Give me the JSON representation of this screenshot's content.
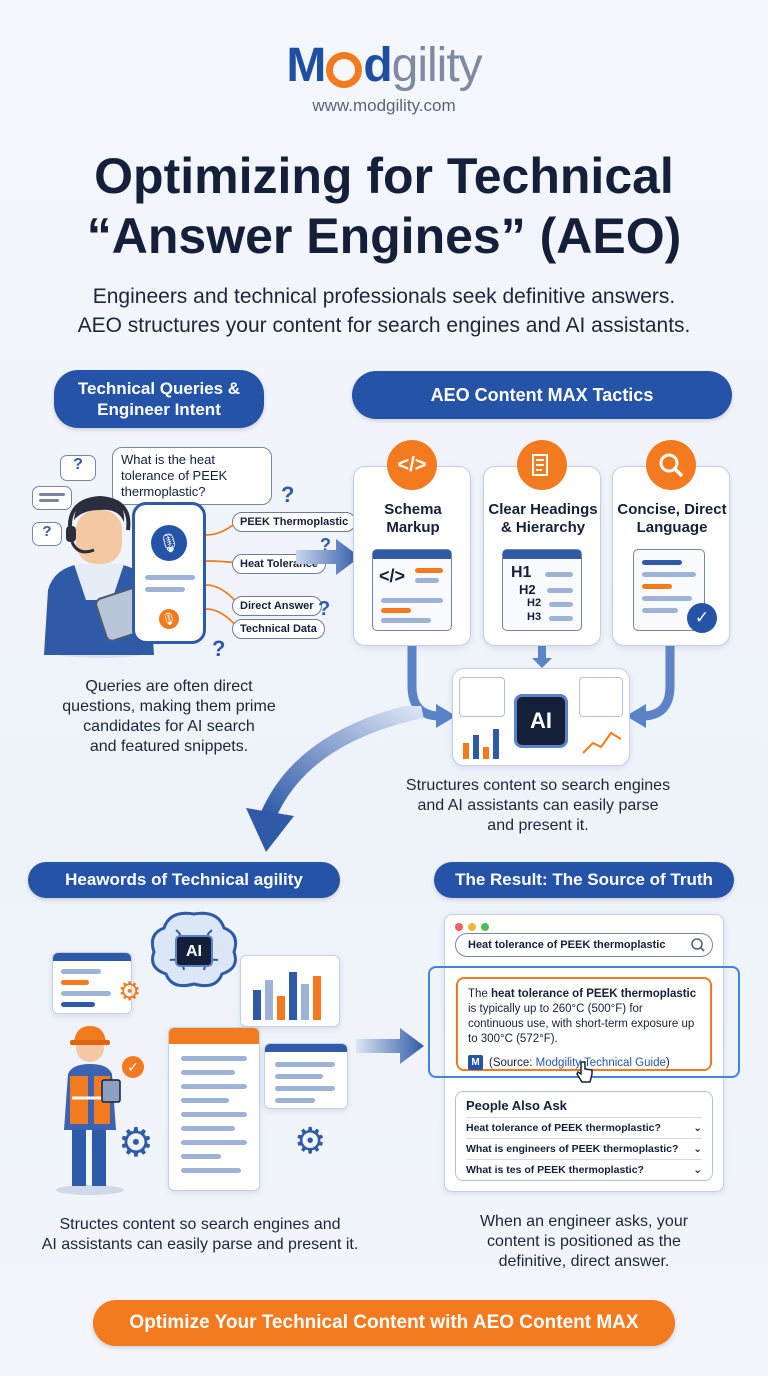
{
  "header": {
    "logo_bold": "M",
    "logo_bold2": "d",
    "logo_rest": "gility",
    "url": "www.modgility.com",
    "title_line1": "Optimizing for Technical",
    "title_line2": "“Answer Engines” (AEO)",
    "subtitle_line1": "Engineers and technical professionals seek definitive answers.",
    "subtitle_line2": "AEO structures your content for search engines and AI assistants."
  },
  "section1": {
    "pill_line1": "Technical Queries &",
    "pill_line2": "Engineer Intent",
    "question": "What is the heat tolerance of PEEK thermoplastic?",
    "tags": [
      "PEEK Thermoplastic",
      "Heat Tolerance",
      "Direct Answer",
      "Technical Data"
    ],
    "caption_line1": "Queries are often direct",
    "caption_line2": "questions, making them prime",
    "caption_line3": "candidates for AI search",
    "caption_line4": "and featured snippets."
  },
  "section2": {
    "pill": "AEO Content MAX Tactics",
    "tactics": [
      {
        "line1": "Schema",
        "line2": "Markup",
        "icon": "code-icon"
      },
      {
        "line1": "Clear Headings",
        "line2": "& Hierarchy",
        "icon": "document-icon"
      },
      {
        "line1": "Concise, Direct",
        "line2": "Language",
        "icon": "search-icon"
      }
    ],
    "headings": [
      "H1",
      "H2",
      "H2",
      "H3"
    ],
    "ai_label": "AI",
    "code_glyph": "</>",
    "caption_line1": "Structures content so search engines",
    "caption_line2": "and AI assistants can easily parse",
    "caption_line3": "and present it."
  },
  "section3": {
    "pill": "Heawords of Technical agility",
    "ai_label": "AI",
    "caption_line1": "Structes content so search engines and",
    "caption_line2": "AI assistants can easily parse and present it."
  },
  "section4": {
    "pill": "The Result: The Source of Truth",
    "search_query": "Heat tolerance of PEEK thermoplastic",
    "answer_prefix": "The ",
    "answer_bold": "heat tolerance of PEEK thermoplastic",
    "answer_rest": " is typically up to 260°C (500°F) for continuous use, with short-term exposure up to 300°C (572°F).",
    "source_prefix": "(Source: ",
    "source_link": "Modgility Technical Guide",
    "source_suffix": ")",
    "paa_title": "People Also Ask",
    "paa_items": [
      "Heat tolerance of PEEK thermoplastic?",
      "What is engineers of PEEK thermoplastic?",
      "What is tes of PEEK thermoplastic?"
    ],
    "caption_line1": "When an engineer asks, your",
    "caption_line2": "content is positioned as the",
    "caption_line3": "definitive, direct answer."
  },
  "cta": {
    "label": "Optimize Your Technical Content with AEO Content MAX"
  },
  "colors": {
    "brand_blue": "#2553a8",
    "accent_orange": "#f47a20",
    "text_dark": "#14203a"
  }
}
